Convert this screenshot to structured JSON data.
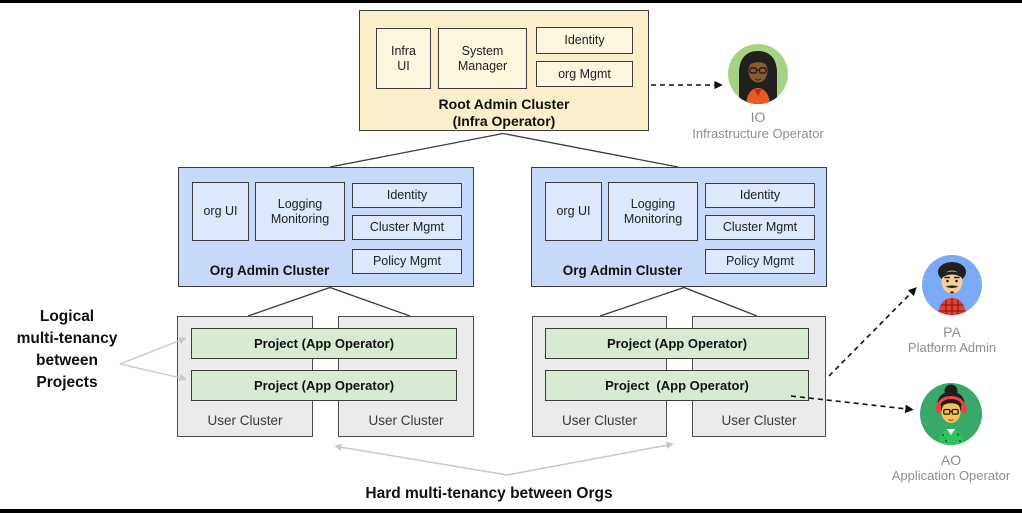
{
  "root_cluster": {
    "title": "Root Admin Cluster",
    "subtitle": "(Infra Operator)",
    "components": [
      "Infra UI",
      "System Manager",
      "Identity",
      "org Mgmt"
    ]
  },
  "org_clusters": [
    {
      "title": "Org Admin Cluster",
      "components": [
        "org UI",
        "Logging Monitoring",
        "Identity",
        "Cluster Mgmt",
        "Policy Mgmt"
      ],
      "projects": [
        "Project (App Operator)",
        "Project (App Operator)"
      ],
      "user_clusters": [
        "User Cluster",
        "User Cluster"
      ]
    },
    {
      "title": "Org Admin Cluster",
      "components": [
        "org UI",
        "Logging Monitoring",
        "Identity",
        "Cluster Mgmt",
        "Policy Mgmt"
      ],
      "projects": [
        "Project (App Operator)",
        "Project  (App Operator)"
      ],
      "user_clusters": [
        "User Cluster",
        "User Cluster"
      ]
    }
  ],
  "personas": [
    {
      "abbr": "IO",
      "role": "Infrastructure Operator",
      "avatar": "woman-glasses-orange-top",
      "circle_color": "#A6D383"
    },
    {
      "abbr": "PA",
      "role": "Platform Admin",
      "avatar": "man-mustache-plaid-shirt",
      "circle_color": "#7BAAF7"
    },
    {
      "abbr": "AO",
      "role": "Application Operator",
      "avatar": "woman-bun-headphones",
      "circle_color": "#39A96B"
    }
  ],
  "annotations": {
    "logical": "Logical\nmulti-tenancy\nbetween\nProjects",
    "hard": "Hard multi-tenancy between Orgs"
  },
  "colors": {
    "root_fill": "#FBEECB",
    "root_component_fill": "#FDF6DF",
    "org_fill": "#C7D9F8",
    "org_component_fill": "#DDE8FC",
    "project_fill": "#D8EAD2",
    "user_cluster_fill": "#EBEBEB",
    "box_border": "#3C3C3C",
    "solid_connector": "#3C3C3C",
    "dashed_arrow": "#111111",
    "gray_arrow": "#C6CACD",
    "persona_text": "#8E8E8E"
  }
}
